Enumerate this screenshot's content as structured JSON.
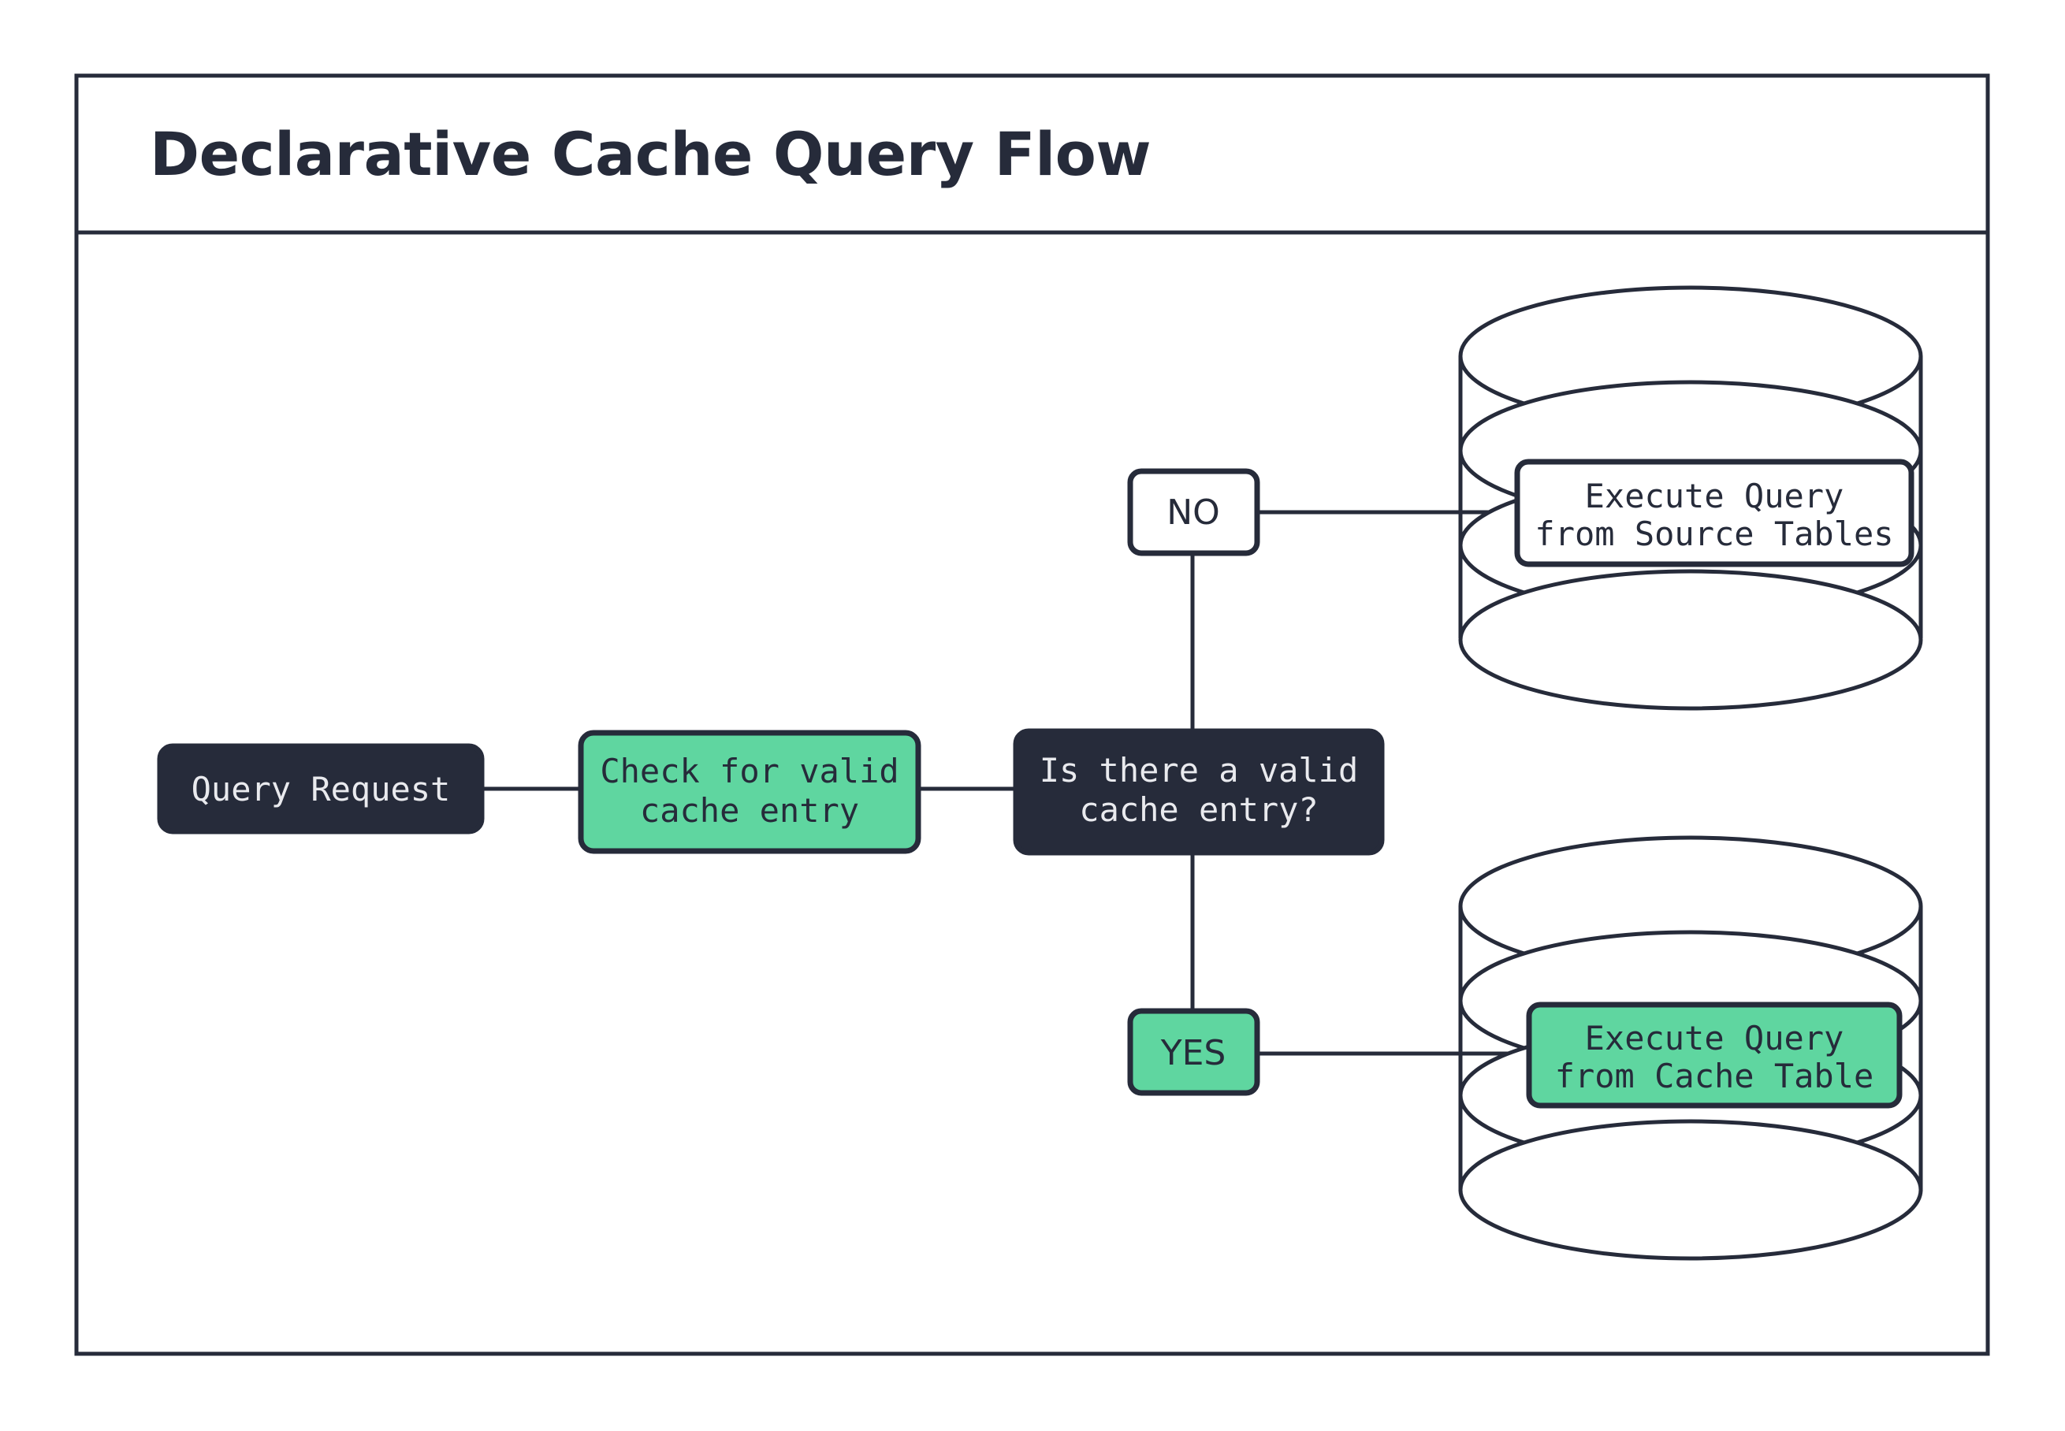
{
  "diagram": {
    "title": "Declarative Cache Query Flow",
    "frame": {
      "border_color": "#262b3a",
      "background": "#ffffff"
    },
    "palette": {
      "dark": "#262b3a",
      "green": "#5fd6a0",
      "white": "#ffffff",
      "light_text": "#e9eaee"
    },
    "nodes": {
      "query_request": {
        "label": "Query Request",
        "style": "dark"
      },
      "check_cache": {
        "label_line1": "Check for valid",
        "label_line2": "cache entry",
        "style": "green"
      },
      "decision": {
        "label_line1": "Is there a valid",
        "label_line2": "cache entry?",
        "style": "dark"
      },
      "branch_no": {
        "label": "NO",
        "style": "white"
      },
      "branch_yes": {
        "label": "YES",
        "style": "green"
      },
      "source_tables": {
        "label_line1": "Execute Query",
        "label_line2": "from Source Tables",
        "style": "white",
        "container": "database-cylinder"
      },
      "cache_table": {
        "label_line1": "Execute Query",
        "label_line2": "from Cache Table",
        "style": "green",
        "container": "database-cylinder"
      }
    }
  }
}
